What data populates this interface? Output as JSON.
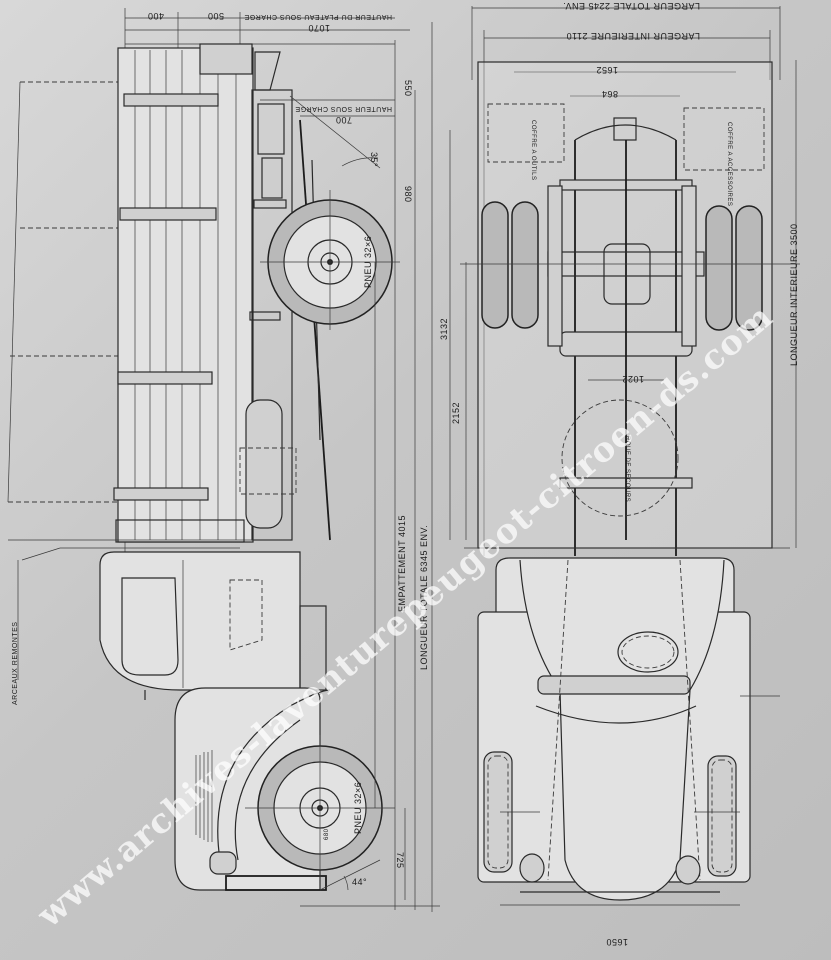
{
  "watermark": "www.archives-laventurepeugeot-citroen-ds.com",
  "side_view": {
    "dim_top_400": "400",
    "dim_top_500": "500",
    "dim_top_1070": "1070",
    "hauteur_plateau": "HAUTEUR DU PLATEAU SOUS CHARGE",
    "hauteur_sous_charge": "HAUTEUR SOUS CHARGE",
    "dim_700": "700",
    "dim_550": "550",
    "dim_980": "980",
    "angle_35": "35°",
    "angle_44": "44°",
    "pneu_rear": "PNEU 32×6",
    "pneu_front": "PNEU 32×6",
    "arceaux": "ARCEAUX REMONTES",
    "empattement": "EMPATTEMENT 4015",
    "longueur_totale": "LONGUEUR TOTALE 6345 ENV.",
    "dim_3132": "3132",
    "dim_2152": "2152",
    "dim_725": "725",
    "dim_680": "680"
  },
  "top_view": {
    "largeur_totale": "LARGEUR TOTALE 2245 ENV.",
    "largeur_interieure": "LARGEUR INTERIEURE 2110",
    "dim_1652": "1652",
    "dim_864": "864",
    "coffre_outils": "COFFRE A OUTILS",
    "coffre_accessoires": "COFFRE A ACCESSOIRES",
    "longueur_interieure": "LONGUEUR INTERIEURE 3500",
    "dim_1022": "1022",
    "roue_secours": "ROUE DE SECOURS",
    "dim_1650": "1650"
  }
}
